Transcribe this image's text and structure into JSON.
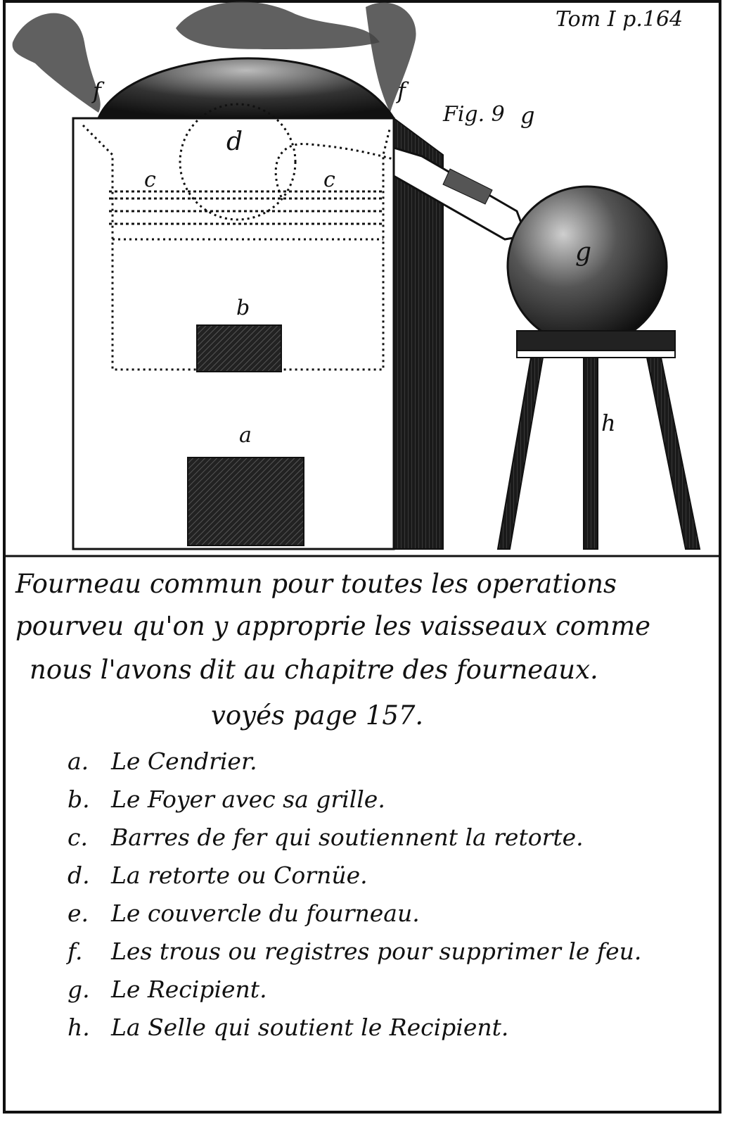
{
  "plate_ref": "Tom I p.164",
  "figure": {
    "label": "Fig. 9",
    "parts": [
      {
        "key": "a"
      },
      {
        "key": "b"
      },
      {
        "key": "c"
      },
      {
        "key": "c"
      },
      {
        "key": "d"
      },
      {
        "key": "f"
      },
      {
        "key": "f"
      },
      {
        "key": "g"
      },
      {
        "key": "g"
      },
      {
        "key": "h"
      }
    ]
  },
  "caption": {
    "line1": "Fourneau commun pour toutes les operations",
    "line2": "pourveu qu'on y approprie les vaisseaux comme",
    "line3": "nous l'avons dit au chapitre des fourneaux.",
    "line4": "voyés page 157."
  },
  "legend": [
    {
      "key": "a.",
      "text": "Le Cendrier."
    },
    {
      "key": "b.",
      "text": "Le Foyer avec sa grille."
    },
    {
      "key": "c.",
      "text": "Barres de fer qui soutiennent la retorte."
    },
    {
      "key": "d.",
      "text": "La retorte ou Cornüe."
    },
    {
      "key": "e.",
      "text": "Le couvercle du fourneau."
    },
    {
      "key": "f.",
      "text": "Les trous ou registres pour supprimer le feu."
    },
    {
      "key": "g.",
      "text": "Le Recipient."
    },
    {
      "key": "h.",
      "text": "La Selle qui soutient le Recipient."
    }
  ],
  "colors": {
    "ink": "#111111",
    "paper": "#ffffff"
  }
}
